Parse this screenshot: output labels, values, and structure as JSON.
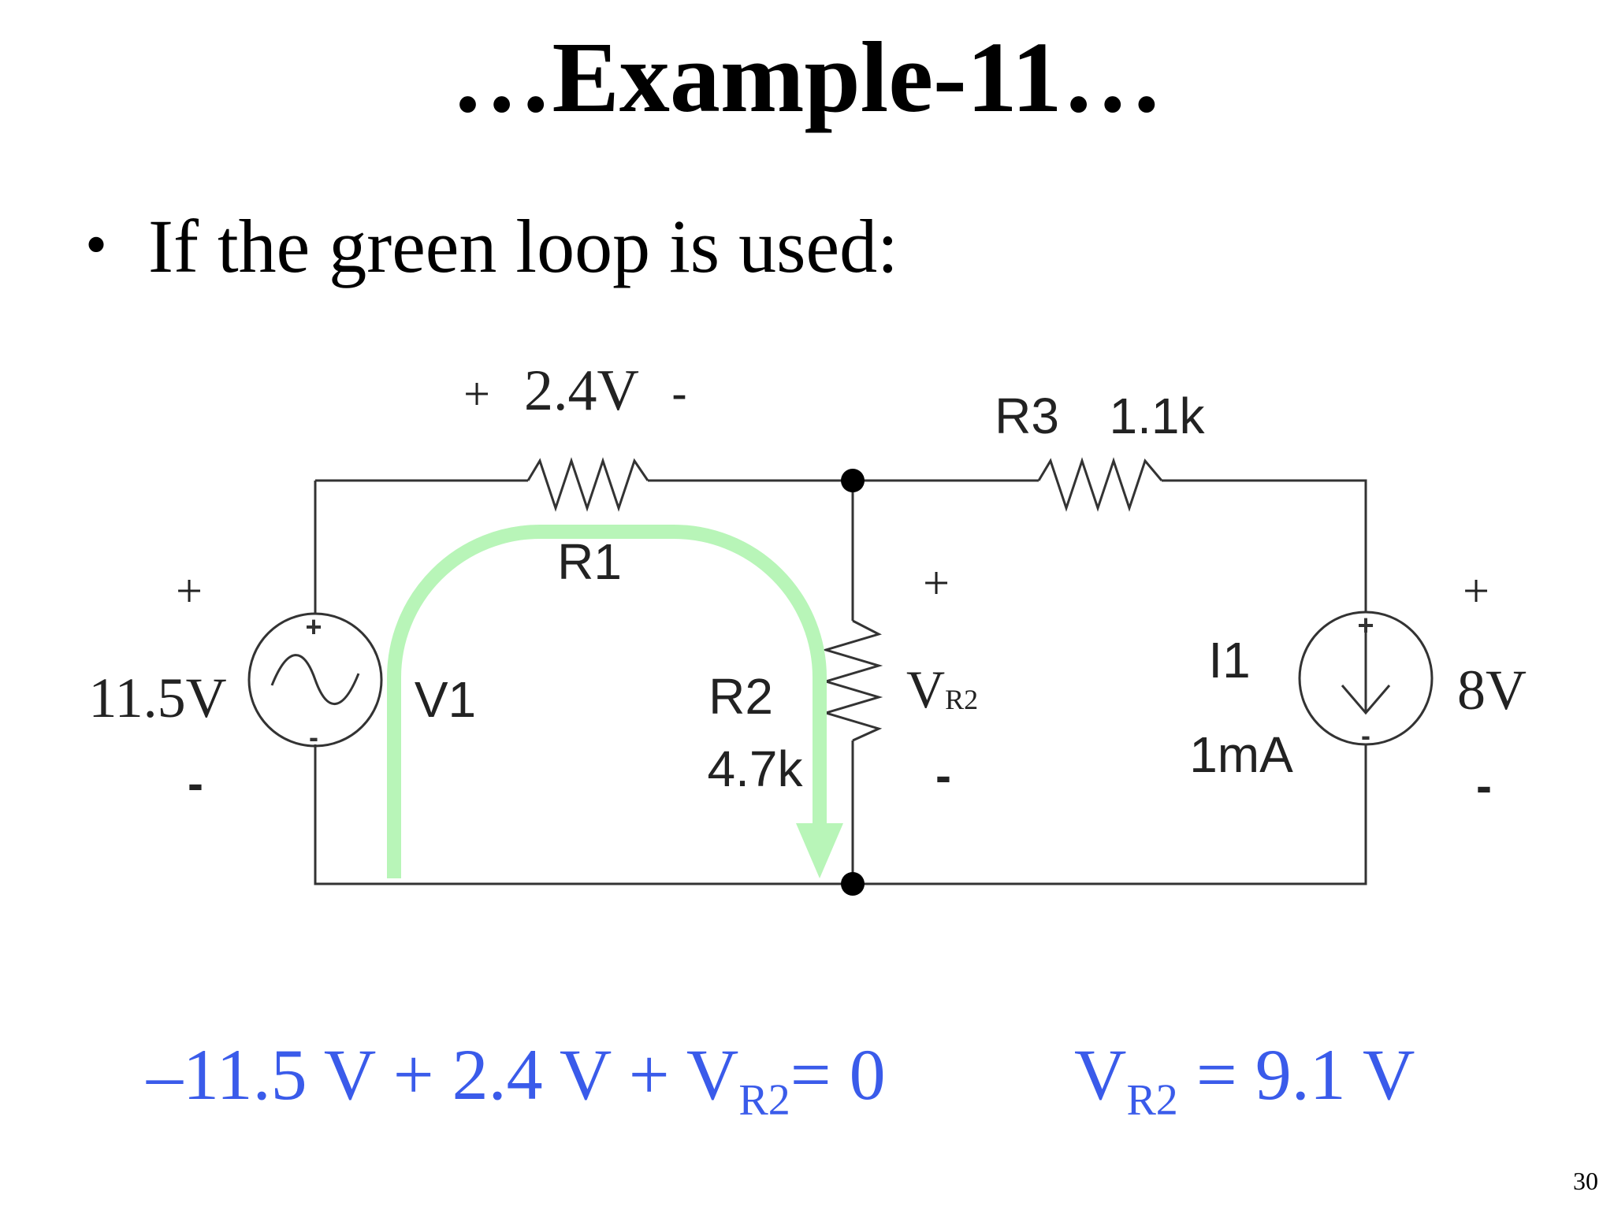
{
  "slide": {
    "title": "…Example-11…",
    "bullet": "If the green loop is used:",
    "slide_number": "30"
  },
  "circuit": {
    "r1": {
      "name": "R1",
      "voltage_label": "2.4V",
      "plus": "+",
      "minus": "-"
    },
    "r2": {
      "name": "R2",
      "value": "4.7k"
    },
    "r3": {
      "name": "R3",
      "value": "1.1k"
    },
    "v1": {
      "name": "V1",
      "value": "11.5V",
      "plus": "+",
      "minus": "-"
    },
    "i1": {
      "name": "I1",
      "value": "1mA",
      "plus": "+",
      "minus": "-"
    },
    "vr2": {
      "main": "V",
      "sub": "R2",
      "plus": "+",
      "minus": "-"
    },
    "v8": {
      "value": "8V",
      "plus": "+",
      "minus": "-"
    },
    "loop_color": "#b8f5b8",
    "wire_color": "#333333"
  },
  "equations": {
    "kvl": {
      "lhs": "–11.5 V + 2.4 V + V",
      "sub": "R2",
      "rhs": "= 0"
    },
    "result": {
      "lhs": "V",
      "sub": "R2",
      "rhs": " = 9.1 V"
    },
    "color": "#3a5bea"
  }
}
